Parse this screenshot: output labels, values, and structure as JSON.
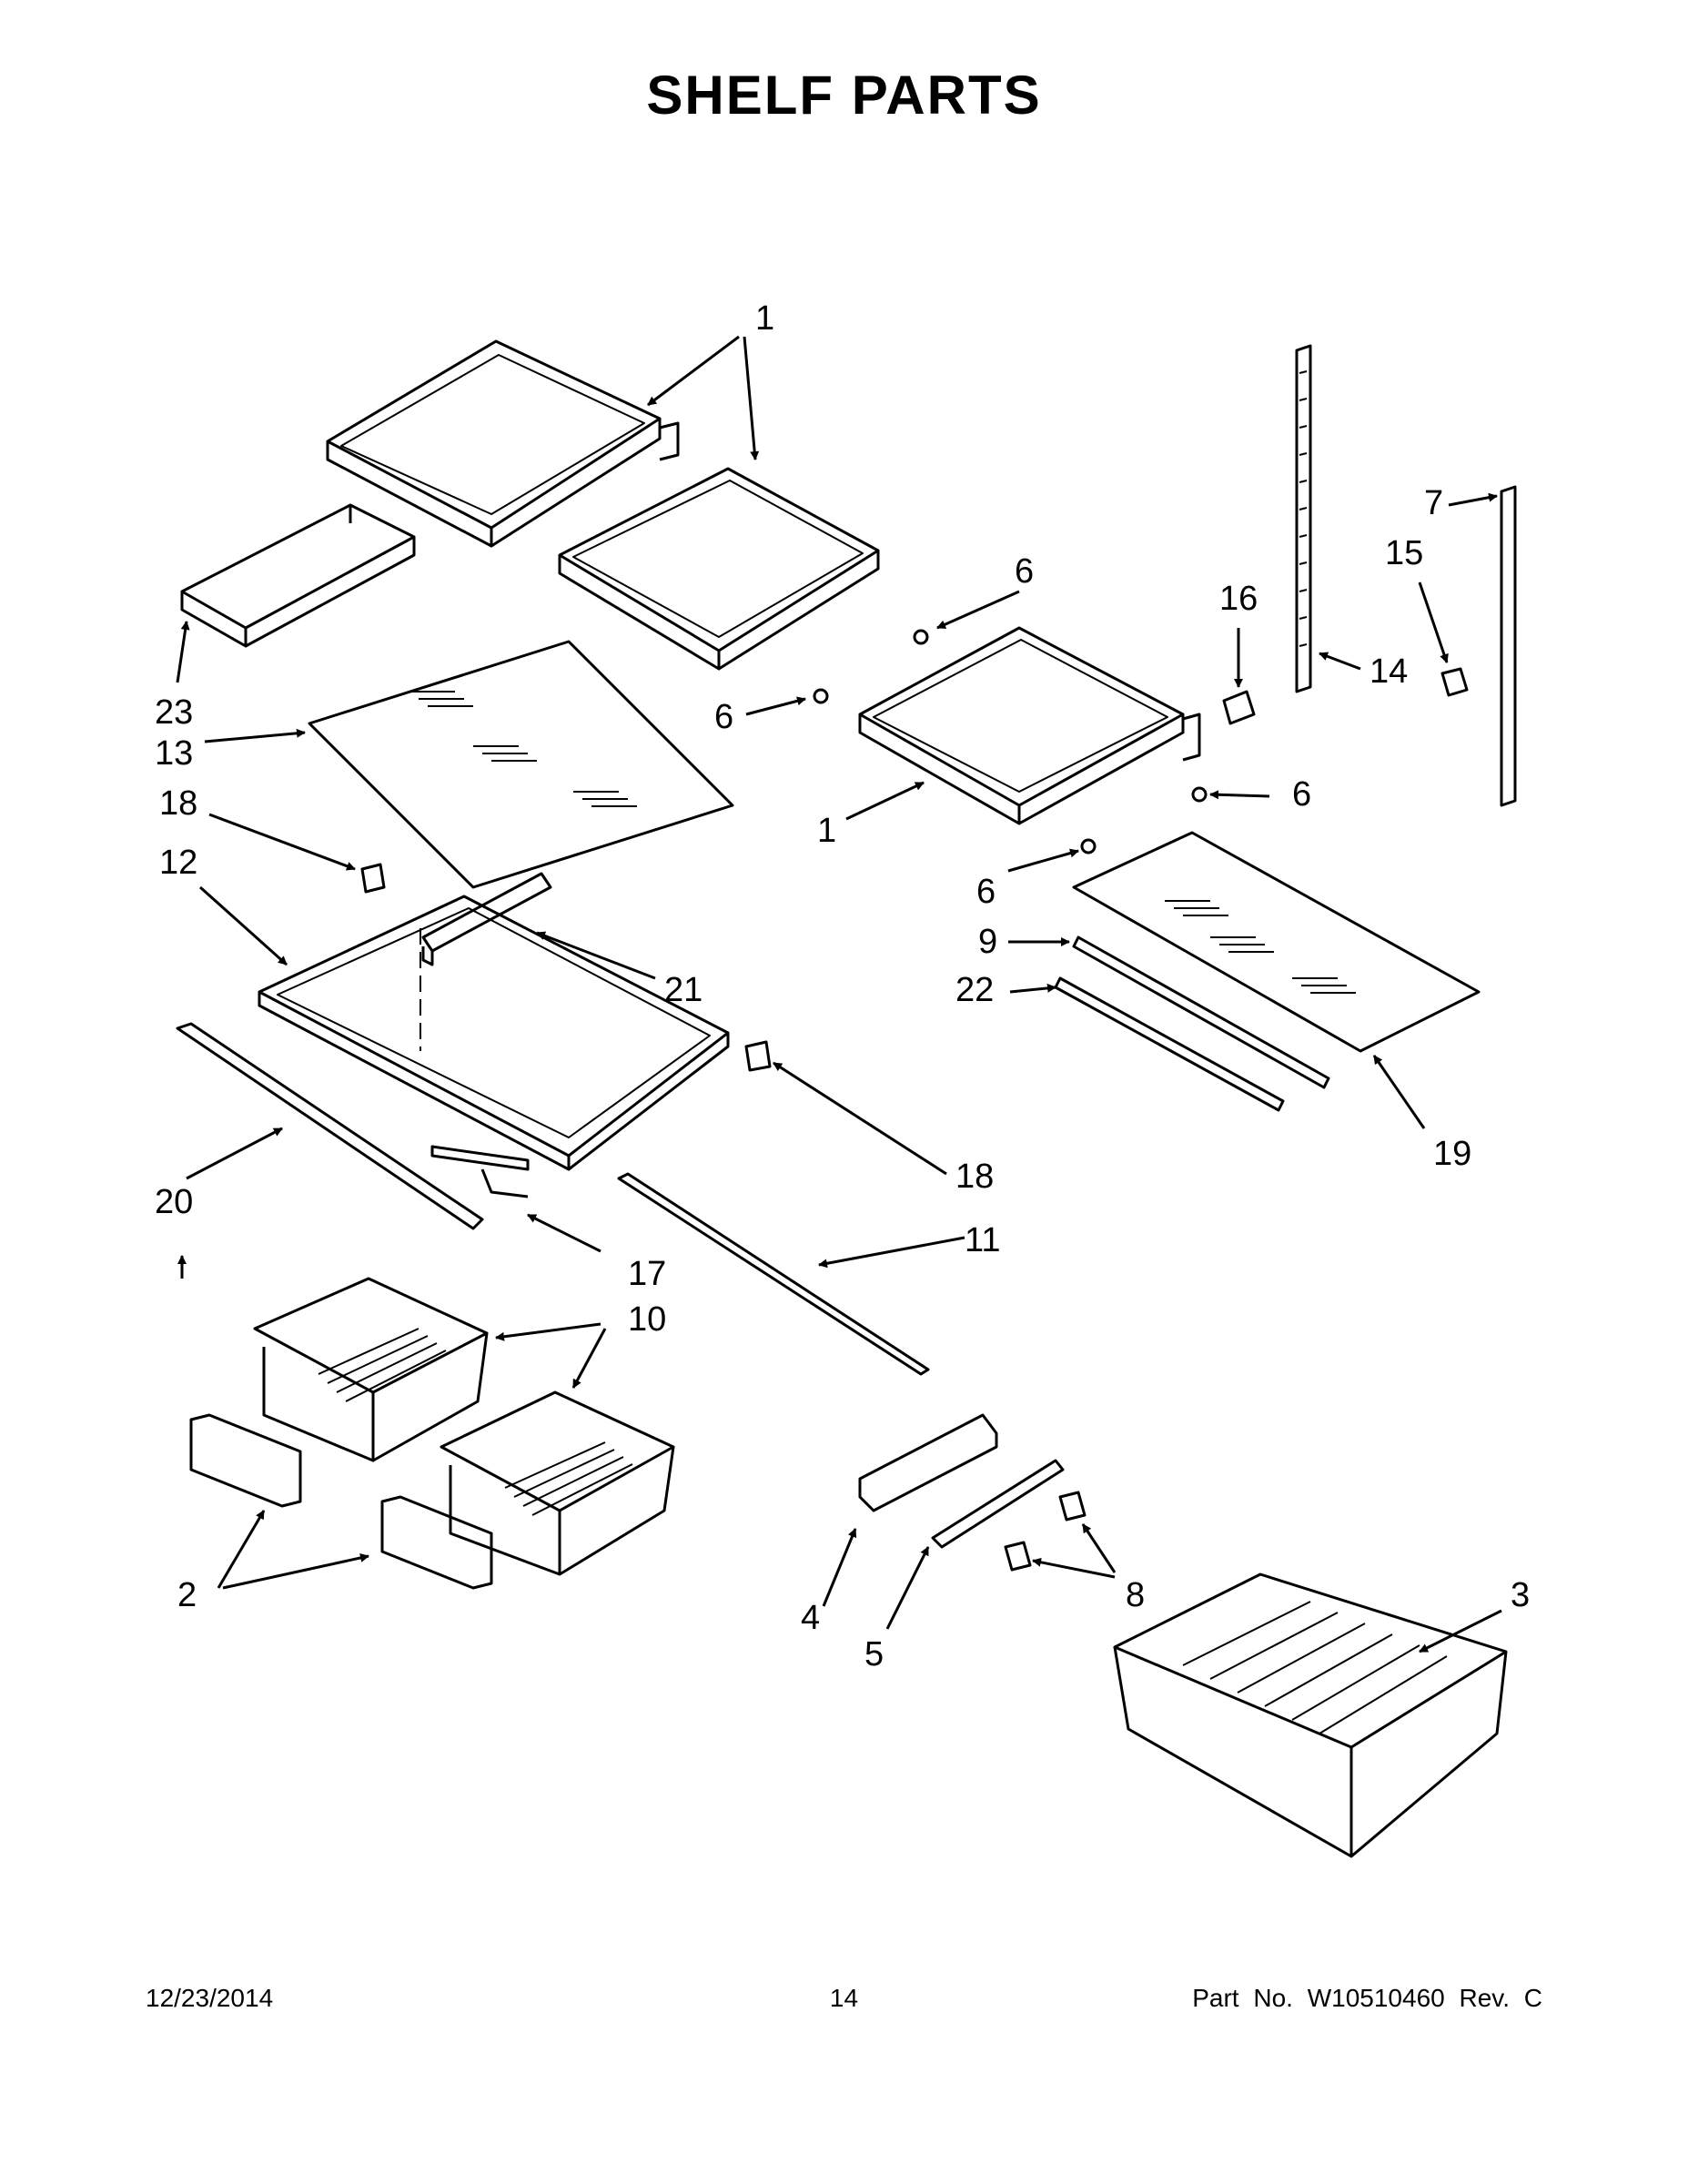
{
  "title": "SHELF PARTS",
  "callouts": {
    "c1_top": "1",
    "c1_mid": "1",
    "c2": "2",
    "c3": "3",
    "c4": "4",
    "c5": "5",
    "c6_a": "6",
    "c6_b": "6",
    "c6_c": "6",
    "c6_d": "6",
    "c7": "7",
    "c8": "8",
    "c9": "9",
    "c10": "10",
    "c11": "11",
    "c12": "12",
    "c13": "13",
    "c14": "14",
    "c15": "15",
    "c16": "16",
    "c17": "17",
    "c18_a": "18",
    "c18_b": "18",
    "c19": "19",
    "c20": "20",
    "c21": "21",
    "c22": "22",
    "c23": "23"
  },
  "footer": {
    "date": "12/23/2014",
    "page": "14",
    "part": "Part No.  W10510460  Rev.  C"
  }
}
